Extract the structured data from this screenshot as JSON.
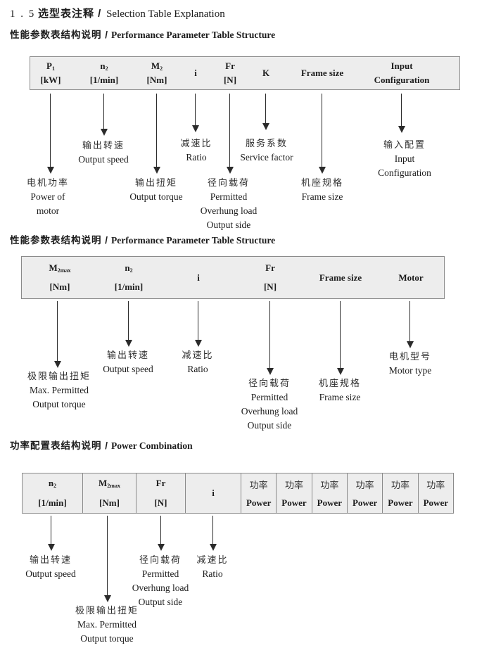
{
  "page_title": {
    "num": "1 . 5",
    "zh": "选型表注释 /",
    "en": "Selection Table Explanation"
  },
  "section1": {
    "title_zh": "性能参数表结构说明 /",
    "title_en": "Performance Parameter Table Structure",
    "cols": {
      "p1": {
        "sym": "P",
        "sub": "1",
        "unit": "[kW]"
      },
      "n2": {
        "sym": "n",
        "sub": "2",
        "unit": "[1/min]"
      },
      "m2": {
        "sym": "M",
        "sub": "2",
        "unit": "[Nm]"
      },
      "i": {
        "sym": "i"
      },
      "fr": {
        "sym": "Fr",
        "unit": "[N]"
      },
      "k": {
        "sym": "K"
      },
      "frame": {
        "sym": "Frame size"
      },
      "input": {
        "l1": "Input",
        "l2": "Configuration"
      }
    },
    "callouts": {
      "power_of_motor": [
        "电机功率",
        "Power of",
        "motor"
      ],
      "output_speed": [
        "输出转速",
        "Output speed"
      ],
      "output_torque": [
        "输出扭矩",
        "Output torque"
      ],
      "ratio": [
        "减速比",
        "Ratio"
      ],
      "overhung": [
        "径向载荷",
        "Permitted",
        "Overhung load",
        "Output side"
      ],
      "service_factor": [
        "服务系数",
        "Service factor"
      ],
      "frame_size": [
        "机座规格",
        "Frame size"
      ],
      "input_config": [
        "输入配置",
        "Input",
        "Configuration"
      ]
    }
  },
  "section2": {
    "title_zh": "性能参数表结构说明 /",
    "title_en": "Performance Parameter Table Structure",
    "cols": {
      "m2max": {
        "sym": "M",
        "sub": "2max",
        "unit": "[Nm]"
      },
      "n2": {
        "sym": "n",
        "sub": "2",
        "unit": "[1/min]"
      },
      "i": {
        "sym": "i"
      },
      "fr": {
        "sym": "Fr",
        "unit": "[N]"
      },
      "frame": {
        "sym": "Frame size"
      },
      "motor": {
        "sym": "Motor"
      }
    },
    "callouts": {
      "max_torque": [
        "极限输出扭矩",
        "Max. Permitted",
        "Output torque"
      ],
      "output_speed": [
        "输出转速",
        "Output speed"
      ],
      "ratio": [
        "减速比",
        "Ratio"
      ],
      "overhung": [
        "径向载荷",
        "Permitted",
        "Overhung load",
        "Output side"
      ],
      "frame_size": [
        "机座规格",
        "Frame size"
      ],
      "motor_type": [
        "电机型号",
        "Motor type"
      ]
    }
  },
  "section3": {
    "title_zh": "功率配置表结构说明 /",
    "title_en": "Power Combination",
    "cols": {
      "n2": {
        "sym": "n",
        "sub": "2",
        "unit": "[1/min]"
      },
      "m2max": {
        "sym": "M",
        "sub": "2max",
        "unit": "[Nm]"
      },
      "fr": {
        "sym": "Fr",
        "unit": "[N]"
      },
      "i": {
        "sym": "i"
      },
      "power": {
        "zh": "功率",
        "en": "Power"
      }
    },
    "power_column_count": "6",
    "callouts": {
      "output_speed": [
        "输出转速",
        "Output speed"
      ],
      "max_torque": [
        "极限输出扭矩",
        "Max. Permitted",
        "Output torque"
      ],
      "overhung": [
        "径向载荷",
        "Permitted",
        "Overhung load",
        "Output side"
      ],
      "ratio": [
        "减速比",
        "Ratio"
      ]
    }
  }
}
